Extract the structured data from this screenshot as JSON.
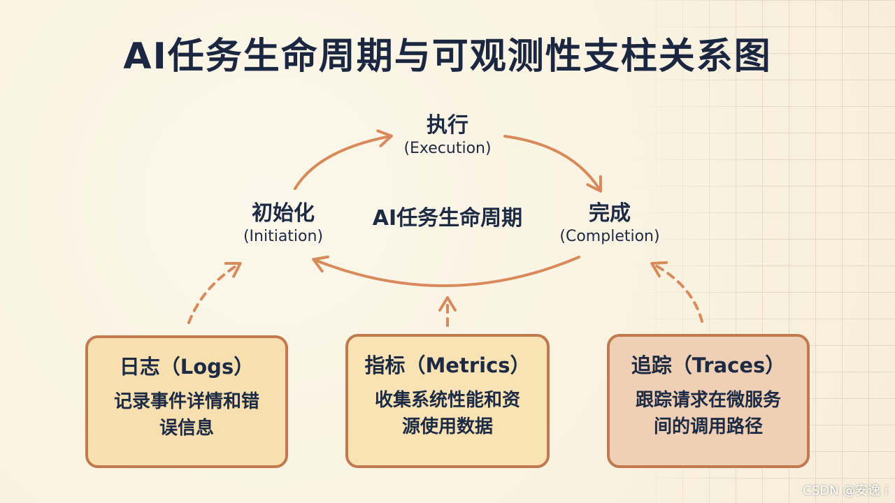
{
  "title": "AI任务生命周期与可观测性支柱关系图",
  "lifecycle": {
    "center": "AI任务生命周期",
    "initiation": {
      "zh": "初始化",
      "en": "(Initiation)"
    },
    "execution": {
      "zh": "执行",
      "en": "(Execution)"
    },
    "completion": {
      "zh": "完成",
      "en": "(Completion)"
    }
  },
  "pillars": {
    "logs": {
      "title": "日志（Logs）",
      "desc": "记录事件详情和错误信息"
    },
    "metrics": {
      "title": "指标（Metrics）",
      "desc": "收集系统性能和资源使用数据"
    },
    "traces": {
      "title": "追踪（Traces）",
      "desc": "跟踪请求在微服务间的调用路径"
    }
  },
  "watermark": "CSDN @安逸 i",
  "colors": {
    "arrow": "#d98a5a",
    "box_border": "#c17a4e",
    "logs_fill": "#f7dfaf",
    "metrics_fill": "#f9e3b4",
    "traces_fill": "#efd0b4",
    "text": "#1d2a44"
  }
}
